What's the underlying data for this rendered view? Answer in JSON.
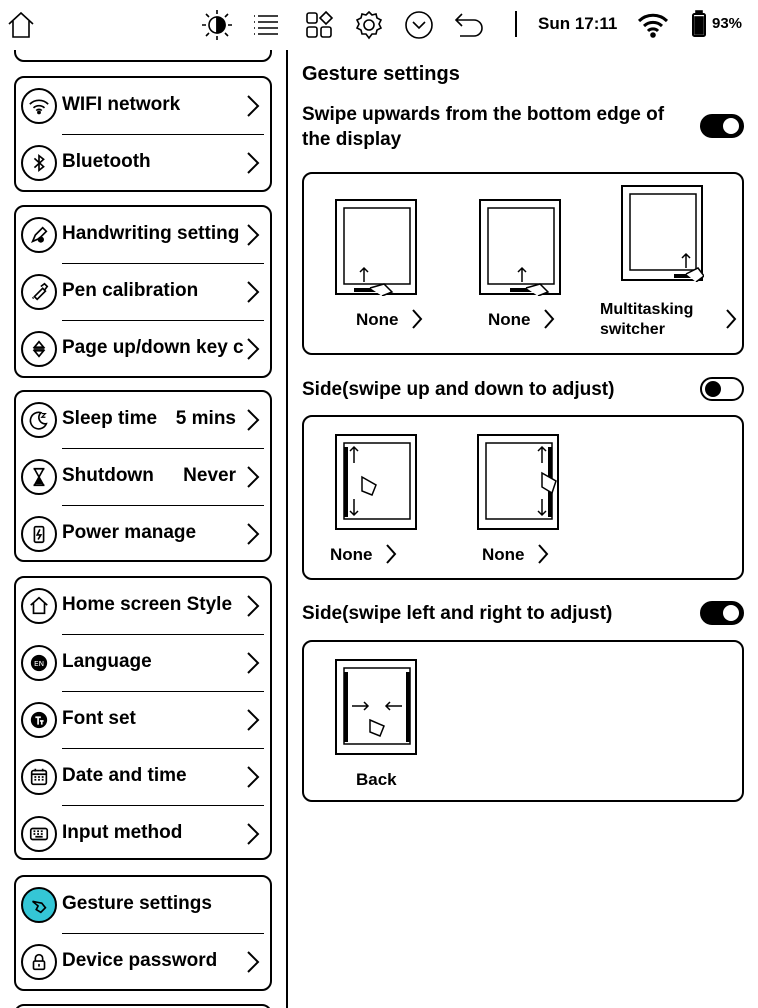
{
  "status_bar": {
    "time": "Sun 17:11",
    "battery": "93%",
    "icons": [
      "home-icon",
      "refresh-mode-icon",
      "menu-icon",
      "apps-icon",
      "settings-icon",
      "dropdown-icon",
      "back-icon",
      "wifi-icon",
      "battery-icon"
    ]
  },
  "sidebar": {
    "groups": [
      {
        "items": [
          {
            "label": "WIFI network",
            "icon": "wifi-icon"
          },
          {
            "label": "Bluetooth",
            "icon": "bluetooth-icon"
          }
        ]
      },
      {
        "items": [
          {
            "label": "Handwriting setting",
            "icon": "pen-icon"
          },
          {
            "label": "Pen calibration",
            "icon": "pen-calibration-icon"
          },
          {
            "label": "Page up/down key c",
            "icon": "page-key-icon"
          }
        ]
      },
      {
        "items": [
          {
            "label": "Sleep time",
            "value": "5 mins",
            "icon": "sleep-icon"
          },
          {
            "label": "Shutdown",
            "value": "Never",
            "icon": "hourglass-icon"
          },
          {
            "label": "Power manage",
            "icon": "power-icon"
          }
        ]
      },
      {
        "items": [
          {
            "label": "Home screen Style",
            "icon": "home-icon"
          },
          {
            "label": "Language",
            "icon": "language-icon",
            "badge": "EN"
          },
          {
            "label": "Font set",
            "icon": "font-icon"
          },
          {
            "label": "Date and time",
            "icon": "calendar-icon"
          },
          {
            "label": "Input method",
            "icon": "keyboard-icon"
          }
        ]
      },
      {
        "items": [
          {
            "label": "Gesture settings",
            "icon": "gesture-icon",
            "active": true
          },
          {
            "label": "Device password",
            "icon": "lock-icon"
          }
        ]
      }
    ]
  },
  "main": {
    "title": "Gesture settings",
    "sections": [
      {
        "title": "Swipe upwards from the bottom edge of the display",
        "enabled": true,
        "options": [
          "None",
          "None",
          "Multitasking switcher"
        ]
      },
      {
        "title": "Side(swipe up and down to adjust)",
        "enabled": false,
        "options": [
          "None",
          "None"
        ]
      },
      {
        "title": "Side(swipe left and right to adjust)",
        "enabled": true,
        "options": [
          "Back"
        ]
      }
    ]
  },
  "colors": {
    "accent": "#34c6d6",
    "foreground": "#000000",
    "background": "#ffffff"
  }
}
